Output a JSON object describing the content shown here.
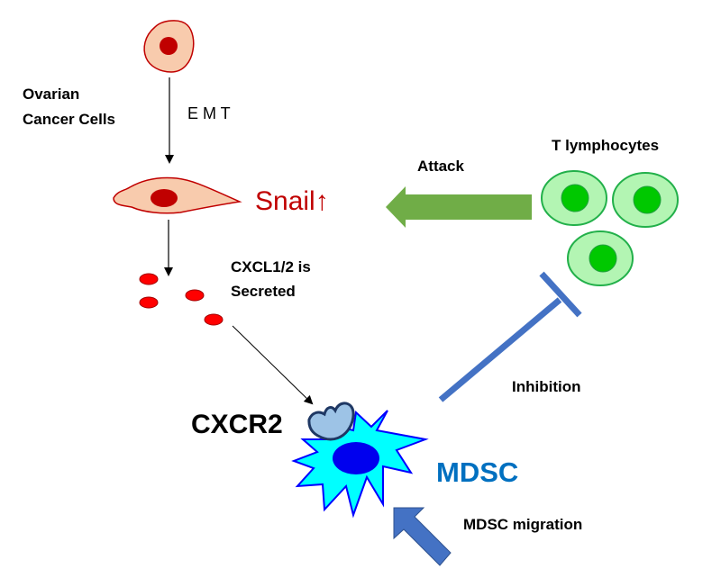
{
  "diagram": {
    "labels": {
      "ovarian_line1": "Ovarian",
      "ovarian_line2": "Cancer Cells",
      "emt": "E M T",
      "snail": "Snail↑",
      "cxcl_line1": "CXCL1/2 is",
      "cxcl_line2": "Secreted",
      "attack": "Attack",
      "t_lymphocytes": "T lymphocytes",
      "inhibition": "Inhibition",
      "cxcr2": "CXCR2",
      "mdsc": "MDSC",
      "mdsc_migration": "MDSC migration"
    },
    "colors": {
      "cancer_cell_fill": "#f8cbad",
      "cancer_cell_border": "#c00000",
      "nucleus_red": "#c00000",
      "cxcl_dot": "#ff0000",
      "snail_text": "#c00000",
      "attack_arrow": "#70ad47",
      "t_cell_fill": "#b3f5b3",
      "t_cell_border": "#22b04a",
      "t_cell_nucleus": "#00c800",
      "inhibition_line": "#4472c4",
      "mdsc_fill": "#00ffff",
      "mdsc_border": "#0000ff",
      "mdsc_nucleus": "#0000ee",
      "mdsc_text": "#0070c0",
      "cxcr2_fill": "#9dc3e6",
      "cxcr2_border": "#1f3864",
      "migration_arrow": "#4472c4"
    }
  }
}
